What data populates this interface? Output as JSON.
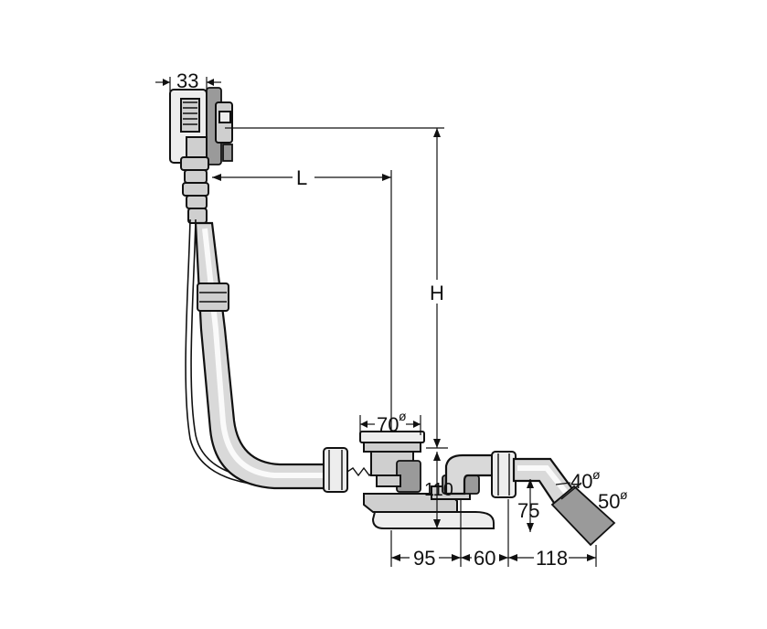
{
  "dimensions": {
    "overflow_width": "33",
    "length_label": "L",
    "height_label": "H",
    "drain_diameter": "70",
    "drain_height": "110",
    "trap_depth": "75",
    "offset_1": "95",
    "offset_2": "60",
    "offset_3": "118",
    "outlet_inner_diameter": "40",
    "outlet_outer_diameter": "50",
    "diameter_symbol": "ø"
  }
}
